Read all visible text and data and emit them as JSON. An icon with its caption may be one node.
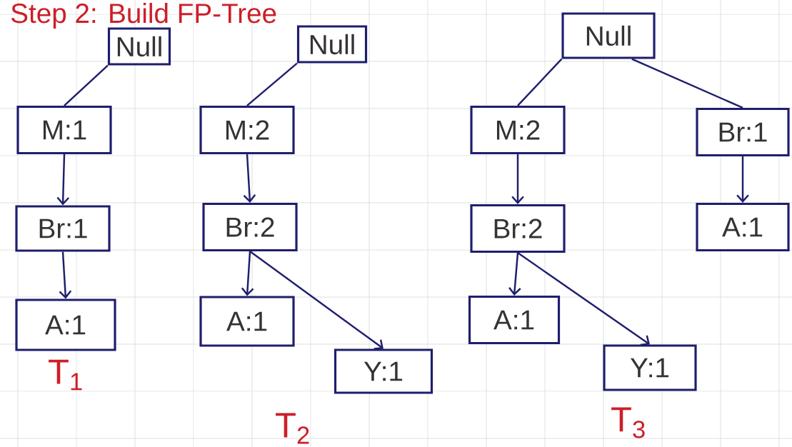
{
  "diagram": {
    "title": "Step 2: Build FP-Tree",
    "nodes": [
      {
        "text": [
          "Null"
        ]
      },
      {
        "text": [
          "M:1"
        ]
      },
      {
        "text": [
          "Br:1"
        ]
      },
      {
        "text": [
          "A:1"
        ]
      },
      {
        "text": [
          "Null"
        ]
      },
      {
        "text": [
          "M:2"
        ]
      },
      {
        "text": [
          "Br:2"
        ]
      },
      {
        "text": [
          "A:1"
        ]
      },
      {
        "text": [
          "Y:1"
        ]
      },
      {
        "text": [
          "Null"
        ]
      },
      {
        "text": [
          "M:2"
        ]
      },
      {
        "text": [
          "Br:1"
        ]
      },
      {
        "text": [
          "Br:2"
        ]
      },
      {
        "text": [
          "A:1"
        ]
      },
      {
        "text": [
          "A:1"
        ]
      },
      {
        "text": [
          "Y:1"
        ]
      }
    ],
    "edges": [
      {
        "from": 0,
        "to": 1,
        "arrow": "none"
      },
      {
        "from": 1,
        "to": 2,
        "arrow": "to"
      },
      {
        "from": 2,
        "to": 3,
        "arrow": "to"
      },
      {
        "from": 4,
        "to": 5,
        "arrow": "none"
      },
      {
        "from": 5,
        "to": 6,
        "arrow": "to"
      },
      {
        "from": 6,
        "to": 7,
        "arrow": "to"
      },
      {
        "from": 6,
        "to": 8,
        "arrow": "to"
      },
      {
        "from": 9,
        "to": 10,
        "arrow": "none"
      },
      {
        "from": 9,
        "to": 11,
        "arrow": "none"
      },
      {
        "from": 10,
        "to": 12,
        "arrow": "to"
      },
      {
        "from": 11,
        "to": 13,
        "arrow": "to"
      },
      {
        "from": 12,
        "to": 14,
        "arrow": "to"
      },
      {
        "from": 12,
        "to": 15,
        "arrow": "to"
      }
    ],
    "labels": [
      "T$_{1}$",
      "T$_{2}$",
      "T$_{3}$"
    ]
  }
}
